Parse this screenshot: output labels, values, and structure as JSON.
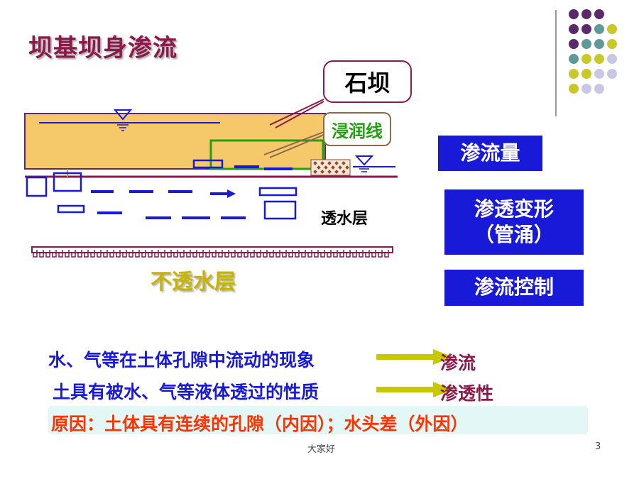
{
  "slide": {
    "title": "坝基坝身渗流",
    "page_number": "3",
    "footer": "大家好"
  },
  "diagram": {
    "dam_callout": "石坝",
    "phreatic_callout": "浸润线",
    "permeable_layer": "透水层",
    "impermeable_layer": "不透水层"
  },
  "topics": {
    "seepage_quantity": "渗流量",
    "seepage_deformation_line1": "渗透变形",
    "seepage_deformation_line2": "（管涌）",
    "seepage_control": "渗流控制"
  },
  "definitions": {
    "line1_text": "水、气等在土体孔隙中流动的现象",
    "line1_result": "渗流",
    "line2_text": "土具有被水、气等液体透过的性质",
    "line2_result": "渗透性",
    "reason": "原因：土体具有连续的孔隙（内因）；水头差（外因）"
  },
  "colors": {
    "title": "#8b1a4a",
    "accent_blue": "#1919d8",
    "phreatic_green": "#22a012",
    "impermeable_label": "#c8b400",
    "reason_text": "#ff3300",
    "reason_bg": "#e3f7f7",
    "arrow": "#c8c800",
    "dam_fill": "#f5c86a",
    "dot_purple": "#5a2a6a",
    "dot_teal": "#5f9a9a",
    "dot_yellow": "#c8c82a",
    "dot_lavender": "#c8c8e6"
  }
}
